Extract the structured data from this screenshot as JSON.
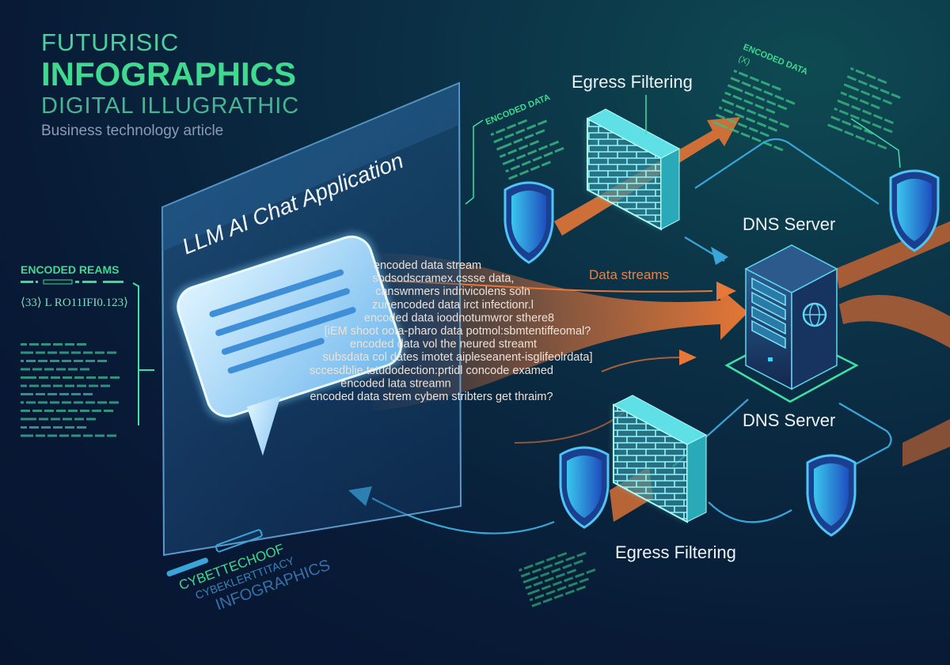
{
  "header": {
    "line1": "FUTURISIC",
    "line2": "INFOGRAPHICS",
    "line3": "DIGITAL ILLUGRATHIC",
    "subtitle": "Business technology article"
  },
  "panel": {
    "title": "LLM AI Chat Application"
  },
  "stream_lines": [
    "encoded data stream",
    "sodsodscramex.cssse data,",
    "canswnmers indrivicolens soln",
    "zunencoded data irct infectionr.l",
    "encoded data ioodnotumwror sthere8",
    "[iEM shoot oota-pharo data potmol:sbmtentiffeomal?",
    "encoded data vol the neured streamt",
    "subsdata col dates imotet aipleseanent-isglifeolrdata]",
    "sccesdblie tstudodection:prtidl concode examed",
    "encoded lata streamn",
    "encoded data strem cybem stribters get thraim?"
  ],
  "labels": {
    "egress_top": "Egress Filtering",
    "egress_bottom": "Egress Filtering",
    "dns_top": "DNS Server",
    "dns_bottom": "DNS Server",
    "data_streams": "Data streams"
  },
  "encoded_left": {
    "title": "ENCODED REAMS",
    "code": "⟨33⟩ L RO11IFI0.123⟩"
  },
  "encoded_top_left": {
    "title": "ENCODED DATA"
  },
  "encoded_top_right": {
    "title": "ENCODED DATA",
    "sub": "(X)"
  },
  "footer_logo": {
    "line1": "CYBETTECHOOF",
    "line2": "CYBEKLERTTITACY",
    "line3": "INFOGRAPHICS"
  },
  "colors": {
    "accent_green": "#3fd98f",
    "stream_orange": "#e8773a",
    "line_blue": "#3aa6d8",
    "firewall_cyan": "#7ff3f0"
  }
}
